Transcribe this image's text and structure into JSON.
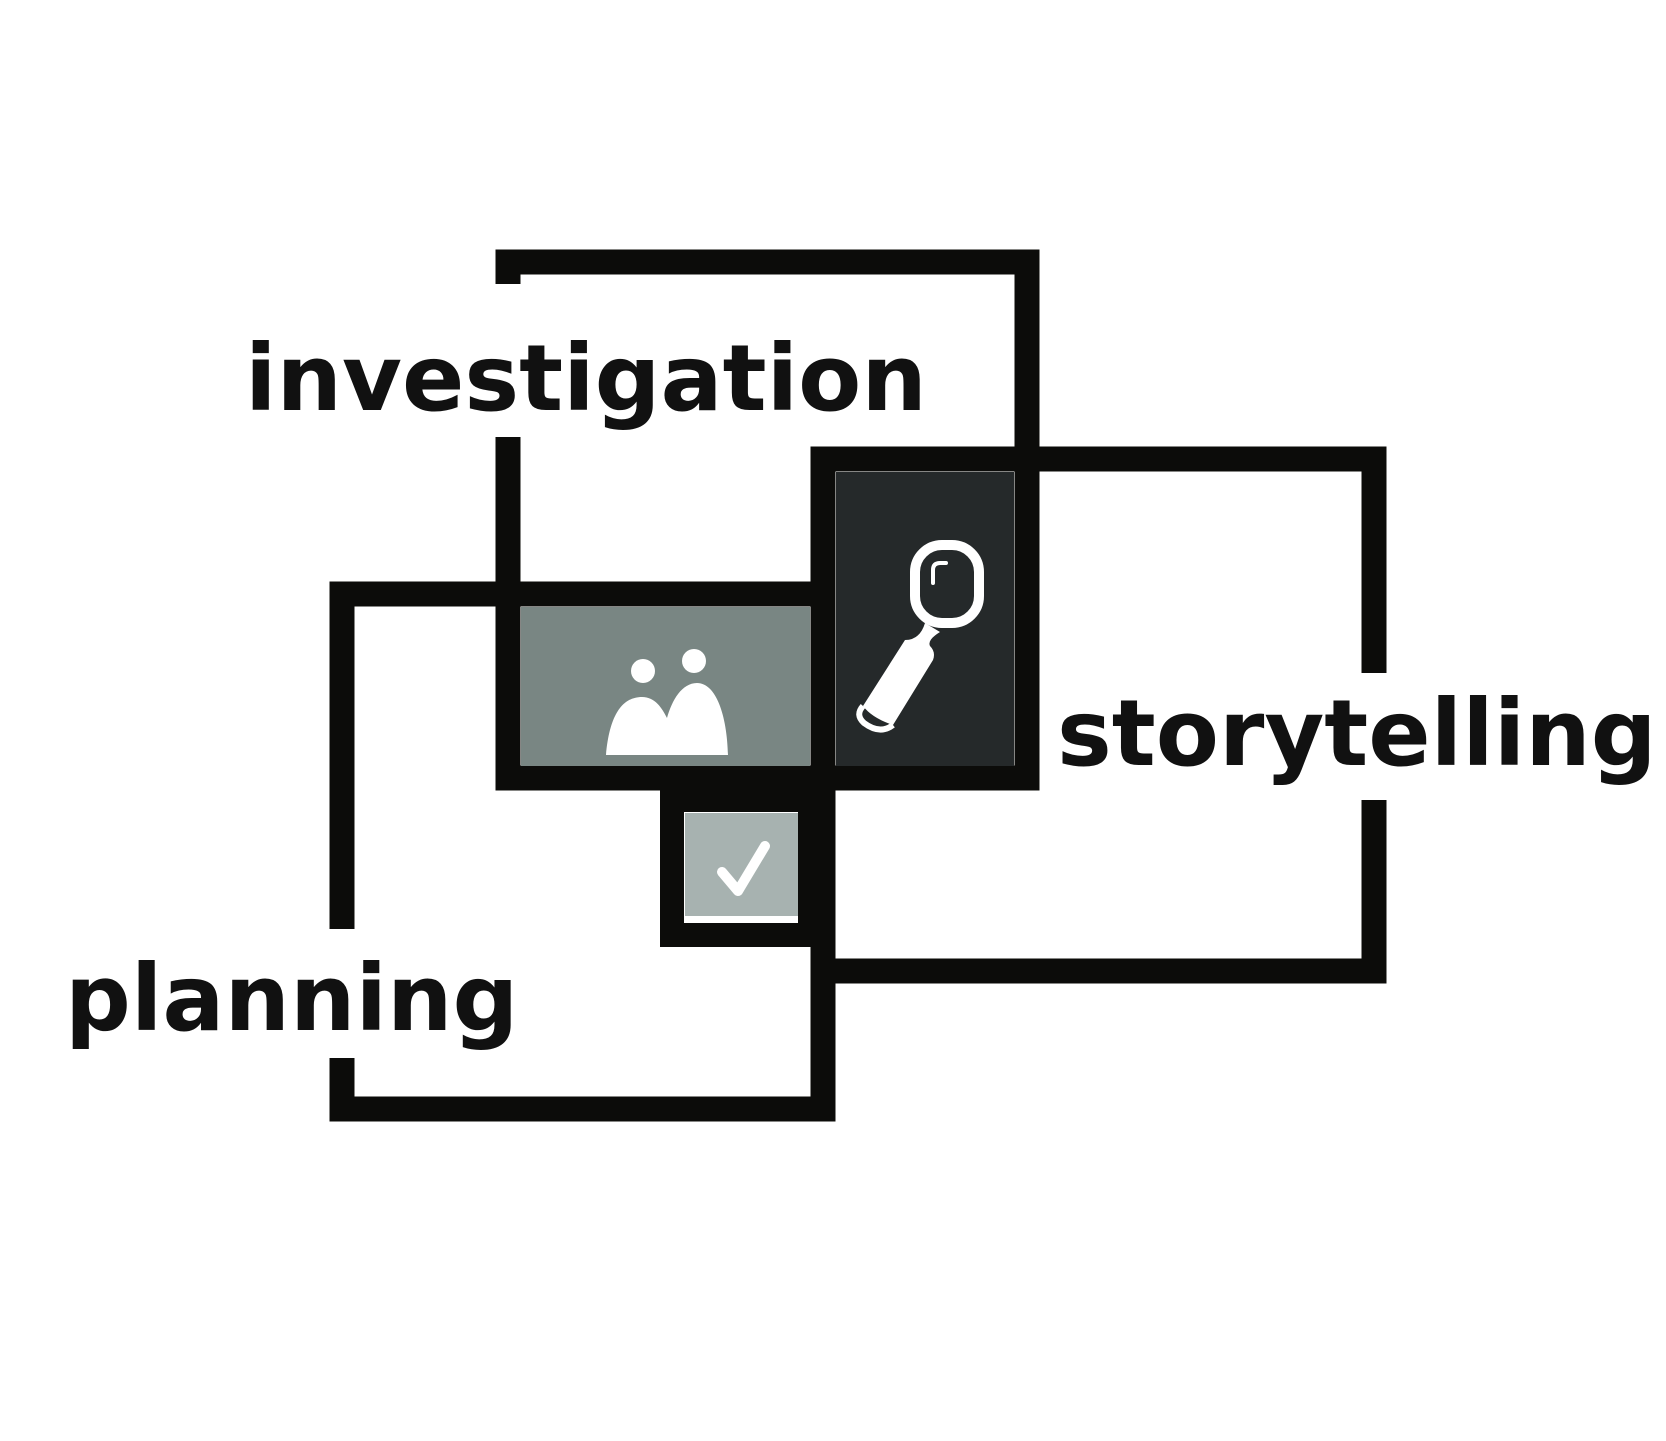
{
  "labels": {
    "investigation": "investigation",
    "storytelling": "storytelling",
    "planning": "planning"
  },
  "colors": {
    "frame": "#0c0c0a",
    "investigation_panel": "#798683",
    "storytelling_panel": "#25292a",
    "planning_panel": "#a7b2b0",
    "icon": "#ffffff",
    "background": "#ffffff"
  },
  "icons": {
    "investigation": "people-icon",
    "storytelling": "magnifier-icon",
    "planning": "checkmark-icon"
  }
}
